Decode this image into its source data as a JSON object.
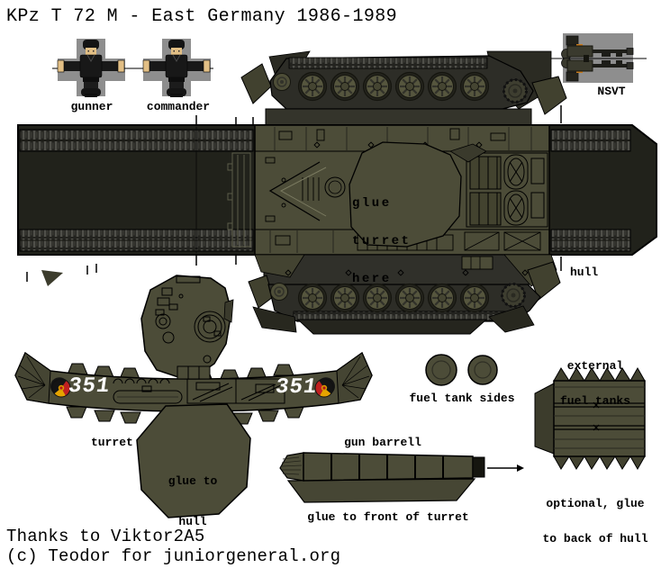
{
  "page": {
    "title": "KPz T 72 M - East Germany 1986-1989"
  },
  "credits": {
    "thanks": "Thanks to Viktor2A5",
    "copyright": "(c) Teodor for juniorgeneral.org"
  },
  "crew": {
    "gunner": "gunner",
    "commander": "commander"
  },
  "nsvt": {
    "label": "NSVT"
  },
  "hull": {
    "label": "hull",
    "glue_lines": [
      "glue",
      "turret",
      "here"
    ]
  },
  "turret": {
    "label": "turret",
    "number": "351",
    "glue_lines": [
      "glue to",
      "hull"
    ]
  },
  "fuel": {
    "sides_label": "fuel tank sides",
    "external_lines": [
      "external",
      "fuel tanks"
    ],
    "external_note_lines": [
      "optional, glue",
      "to back of hull"
    ]
  },
  "gun": {
    "label": "gun barrell",
    "note": "glue to front of turret"
  },
  "colors": {
    "olive": "#4c4c38",
    "olive_dark": "#41412f",
    "fender_dark": "#34342b",
    "hull_bottom_dark": "#21221b",
    "track_dark": "#2d2d27",
    "background_gray": "#8e8e8e",
    "roundel_black": "#141414",
    "roundel_red": "#c02020",
    "roundel_gold": "#e6a400",
    "number_white": "#ffffff"
  }
}
